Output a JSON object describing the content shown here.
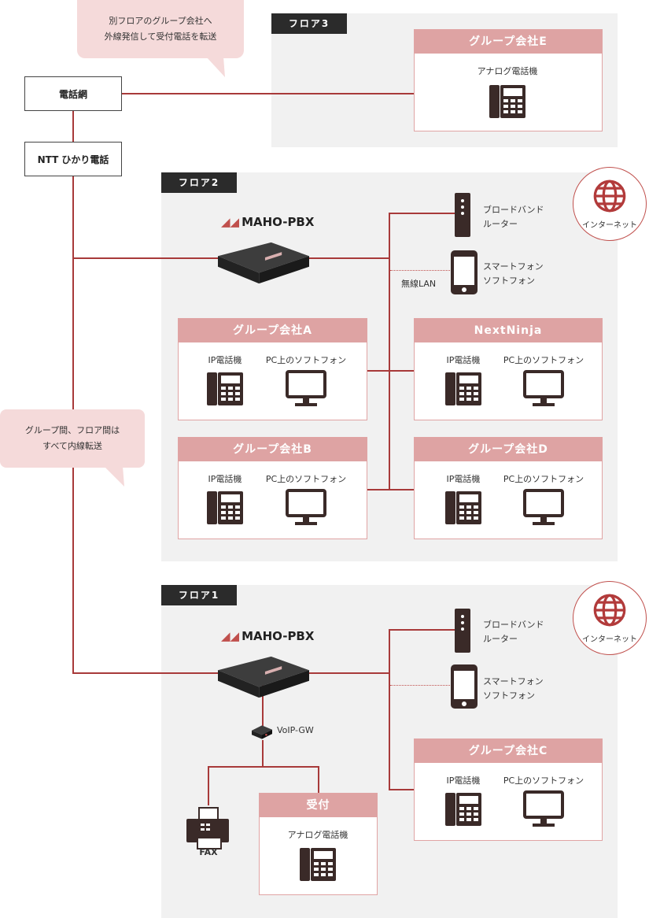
{
  "callouts": {
    "top_line1": "別フロアのグループ会社へ",
    "top_line2": "外線発信して受付電話を転送",
    "mid_line1": "グループ間、フロア間は",
    "mid_line2": "すべて内線転送"
  },
  "nodes": {
    "phone_network": "電話網",
    "ntt": "NTT ひかり電話"
  },
  "floors": {
    "f3": "フロア3",
    "f2": "フロア2",
    "f1": "フロア1"
  },
  "logo": {
    "prefix": "MAHO-",
    "suffix": "PBX"
  },
  "internet": "インターネット",
  "router": {
    "line1": "ブロードバンド",
    "line2": "ルーター"
  },
  "smartphone": {
    "line1": "スマートフォン",
    "line2": "ソフトフォン"
  },
  "wireless_lan": "無線LAN",
  "ip_phone": "IP電話機",
  "pc_softphone": "PC上のソフトフォン",
  "analog_phone": "アナログ電話機",
  "voip_gw": "VoIP-GW",
  "fax": "FAX",
  "companies": {
    "e": "グループ会社E",
    "a": "グループ会社A",
    "nextninja": "NextNinja",
    "b": "グループ会社B",
    "d": "グループ会社D",
    "c": "グループ会社C",
    "reception": "受付"
  }
}
